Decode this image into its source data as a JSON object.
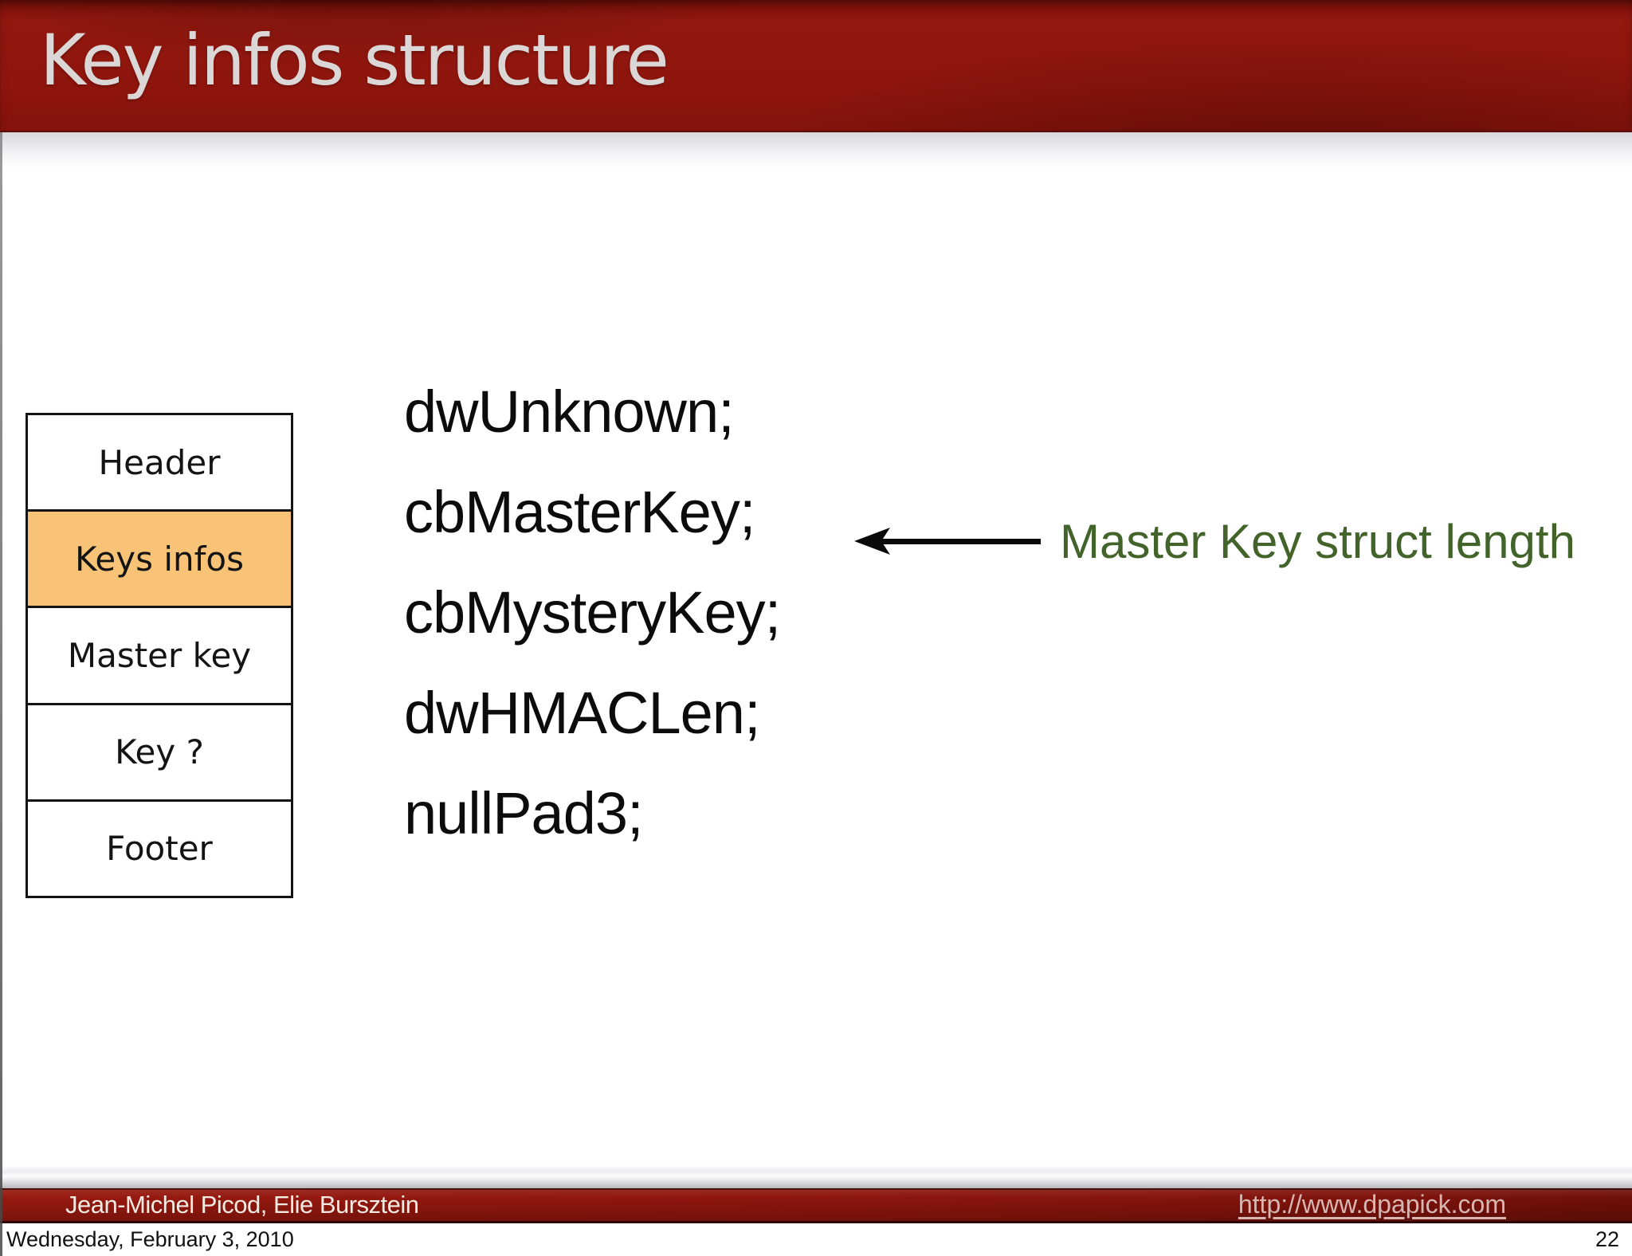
{
  "slide": {
    "title": "Key infos structure",
    "diagram": {
      "rows": [
        {
          "label": "Header"
        },
        {
          "label": "Keys infos"
        },
        {
          "label": "Master key"
        },
        {
          "label": "Key ?"
        },
        {
          "label": "Footer"
        }
      ],
      "highlighted_row": "Keys infos",
      "highlight_color": "#f9c377"
    },
    "struct_fields": [
      "dwUnknown;",
      "cbMasterKey;",
      "cbMysteryKey;",
      "dwHMACLen;",
      "nullPad3;"
    ],
    "annotation": {
      "text": "Master Key struct length",
      "color": "#42642a",
      "arrow_icon": "arrow-left-icon",
      "points_to": "cbMasterKey;"
    }
  },
  "footer": {
    "authors": "Jean-Michel Picod, Elie Bursztein",
    "url": "http://www.dpapick.com"
  },
  "status_bar": {
    "date": "Wednesday, February 3, 2010",
    "page_number": "22"
  },
  "colors": {
    "banner_red": "#8e150d",
    "banner_edge_dark": "#5e0c08",
    "title_text": "#dbd7d7",
    "highlight_orange": "#f9c377",
    "annotation_green": "#42642a",
    "footer_text_cream": "#f3eae2",
    "url_text_pink": "#d8b6b2",
    "arrow_black": "#0a0a0a"
  }
}
